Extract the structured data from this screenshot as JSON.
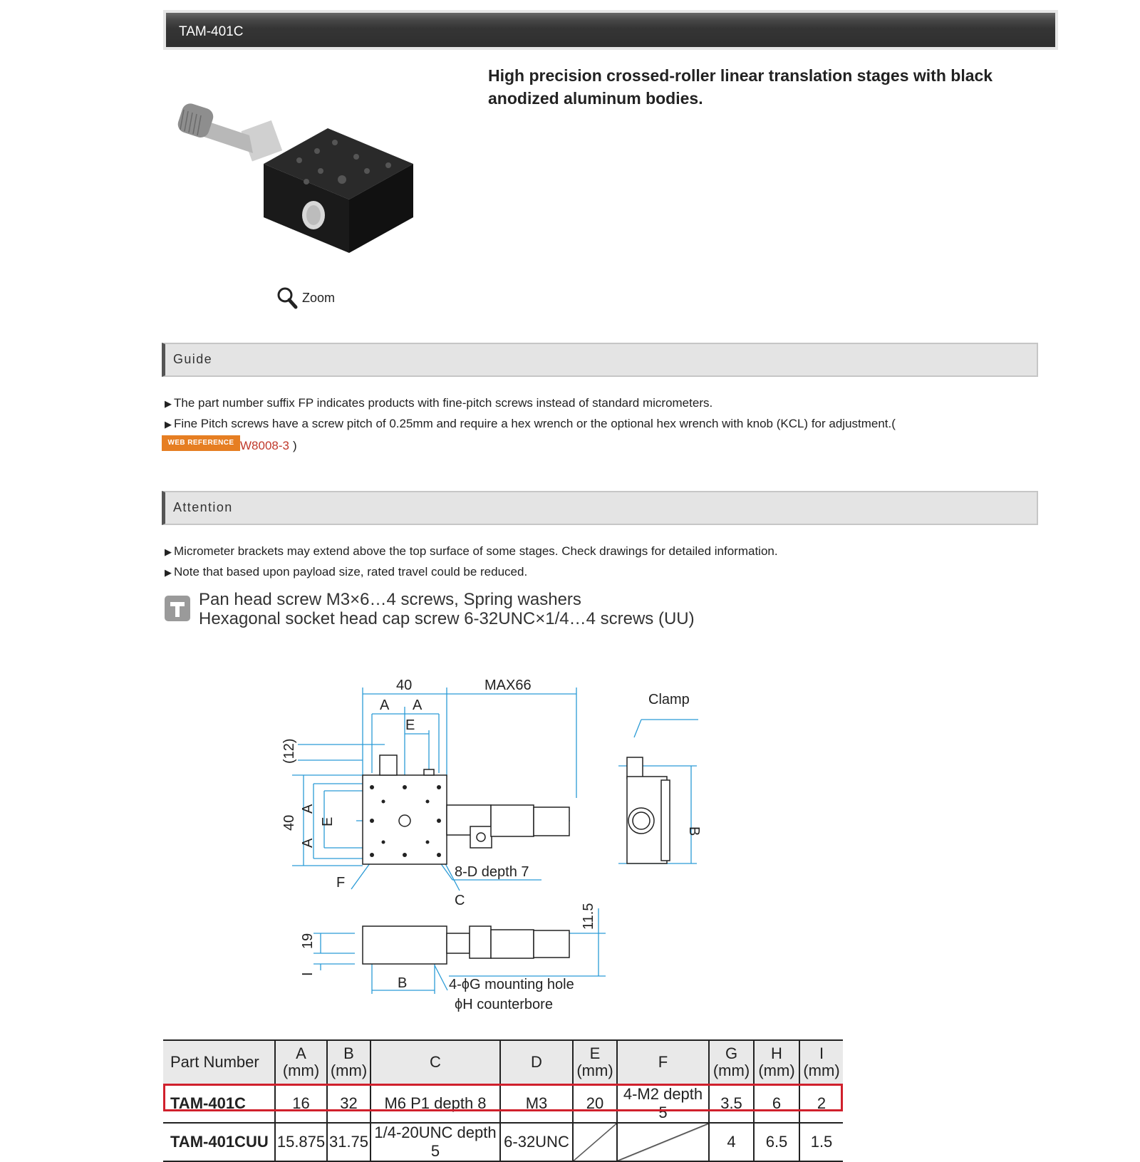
{
  "product": {
    "code": "TAM-401C",
    "headline": "High precision crossed-roller linear translation stages with black anodized aluminum bodies.",
    "zoom_label": "Zoom"
  },
  "guide": {
    "heading": "Guide",
    "items": [
      "The part number suffix FP indicates products with fine-pitch screws instead of standard micrometers.",
      "Fine Pitch screws have a screw pitch of 0.25mm and require a hex wrench or the optional hex wrench with knob (KCL) for adjustment.("
    ],
    "web_reference_badge": "WEB REFERENCE",
    "web_reference_code": "W8008-3",
    "web_reference_close": ")"
  },
  "attention": {
    "heading": "Attention",
    "items": [
      "Micrometer brackets may extend above the top surface of some stages. Check drawings for detailed information.",
      "Note that based upon payload size, rated travel could be reduced."
    ]
  },
  "includes": {
    "line1": "Pan head screw M3×6…4 screws, Spring washers",
    "line2": "Hexagonal socket head cap screw 6-32UNC×1/4…4 screws (UU)"
  },
  "drawing": {
    "dim_40_top": "40",
    "dim_max": "MAX66",
    "dim_a1": "A",
    "dim_a2": "A",
    "dim_e_top": "E",
    "dim_12": "(12)",
    "dim_40_side": "40",
    "dim_a_left1": "A",
    "dim_a_left2": "A",
    "dim_e_left": "E",
    "clamp": "Clamp",
    "dim_b_side": "B",
    "label_f": "F",
    "label_c": "C",
    "label_8d": "8-D depth 7",
    "dim_115": "11.5",
    "dim_19": "19",
    "dim_i": "I",
    "dim_b_bottom": "B",
    "mount1": "4-ϕG mounting hole",
    "mount2": "ϕH counterbore"
  },
  "table": {
    "headers": [
      {
        "l1": "Part Number",
        "l2": ""
      },
      {
        "l1": "A",
        "l2": "(mm)"
      },
      {
        "l1": "B",
        "l2": "(mm)"
      },
      {
        "l1": "C",
        "l2": ""
      },
      {
        "l1": "D",
        "l2": ""
      },
      {
        "l1": "E",
        "l2": "(mm)"
      },
      {
        "l1": "F",
        "l2": ""
      },
      {
        "l1": "G",
        "l2": "(mm)"
      },
      {
        "l1": "H",
        "l2": "(mm)"
      },
      {
        "l1": "I",
        "l2": "(mm)"
      }
    ],
    "rows": [
      [
        "TAM-401C",
        "16",
        "32",
        "M6 P1 depth 8",
        "M3",
        "20",
        "4-M2 depth 5",
        "3.5",
        "6",
        "2"
      ],
      [
        "TAM-401CUU",
        "15.875",
        "31.75",
        "1/4-20UNC depth 5",
        "6-32UNC",
        "",
        "",
        "4",
        "6.5",
        "1.5"
      ]
    ]
  },
  "colors": {
    "title_bar": "#2f2f2f",
    "section_bar": "#e4e4e4",
    "web_reference_badge": "#e67e22",
    "link": "#c0392b",
    "highlight": "#d0202c",
    "drawing_dim": "#2b9bd6"
  }
}
